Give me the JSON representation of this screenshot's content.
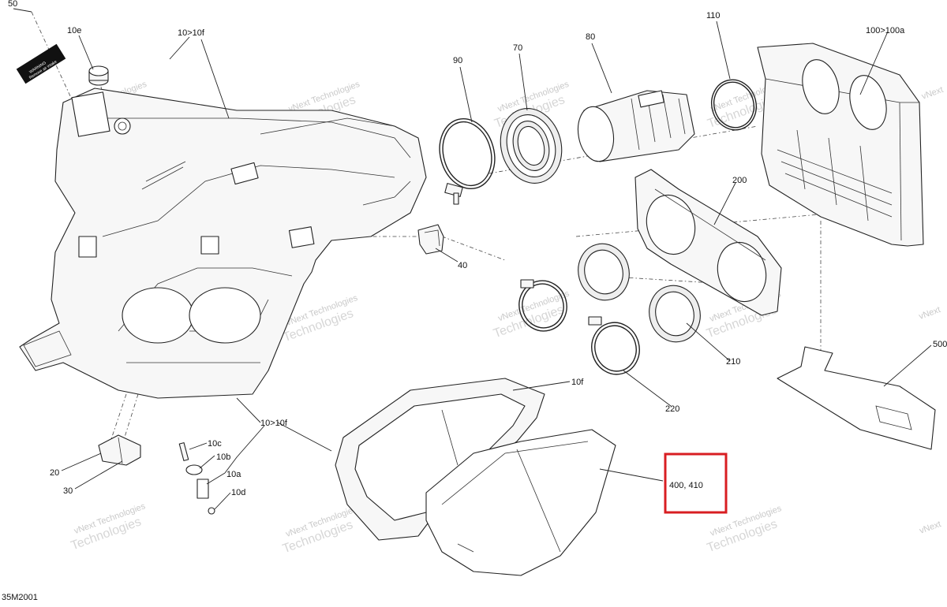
{
  "diagram_code": "35M2001",
  "watermark": {
    "line1": "vNext",
    "line2": "Technologies",
    "full": "vNext Technologies"
  },
  "label_sticker": {
    "line1": "WARNING",
    "line2": "Remove air intake"
  },
  "callouts": {
    "c50": "50",
    "c10e": "10e",
    "c10_10f_top": "10>10f",
    "c90": "90",
    "c70": "70",
    "c80": "80",
    "c110": "110",
    "c100": "100>100a",
    "c200": "200",
    "c40": "40",
    "c210": "210",
    "c220": "220",
    "c500": "500",
    "c10f": "10f",
    "c10_10f_bottom": "10>10f",
    "c10c": "10c",
    "c10b": "10b",
    "c10a": "10a",
    "c10d": "10d",
    "c20": "20",
    "c30": "30",
    "c400": "400, 410"
  },
  "highlight": {
    "target": "400, 410",
    "color": "#d81e22"
  }
}
